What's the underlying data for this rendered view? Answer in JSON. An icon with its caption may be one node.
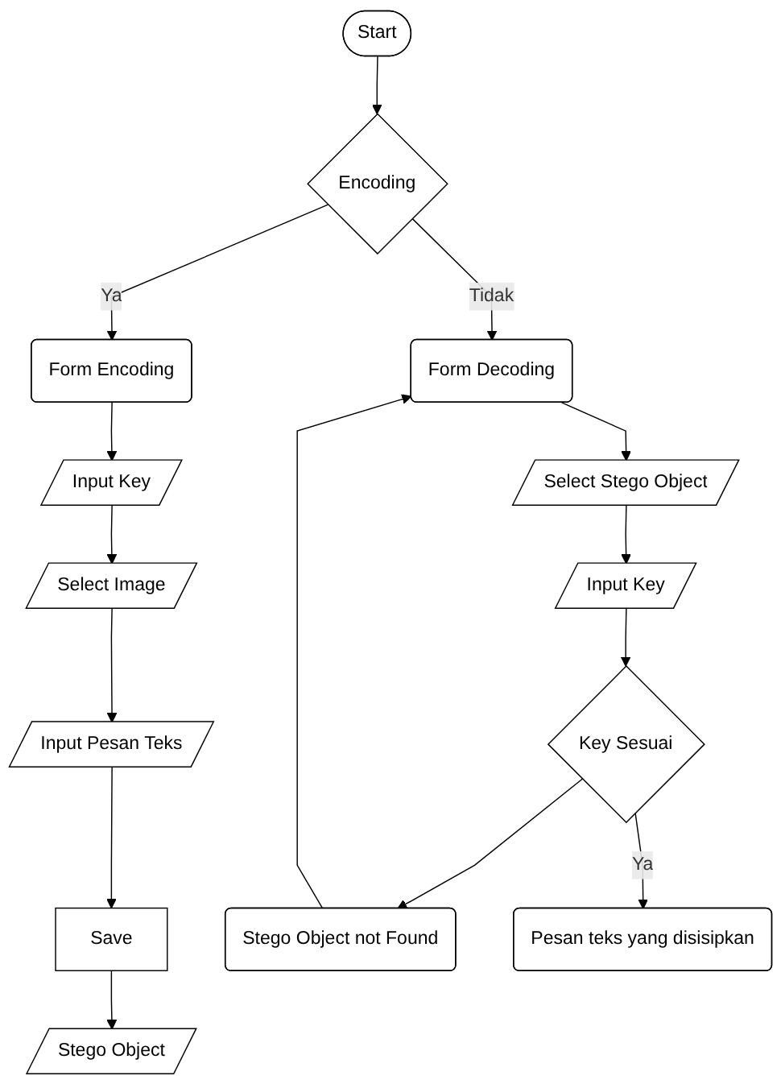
{
  "diagram": {
    "nodes": [
      {
        "text": [
          "Start"
        ]
      },
      {
        "text": [
          "Encoding"
        ]
      },
      {
        "text": [
          "Form Encoding"
        ]
      },
      {
        "text": [
          "Input Key"
        ]
      },
      {
        "text": [
          "Select Image"
        ]
      },
      {
        "text": [
          "Input Pesan Teks"
        ]
      },
      {
        "text": [
          "Save"
        ]
      },
      {
        "text": [
          "Stego Object"
        ]
      },
      {
        "text": [
          "Form Decoding"
        ]
      },
      {
        "text": [
          "Select Stego Object"
        ]
      },
      {
        "text": [
          "Input Key"
        ]
      },
      {
        "text": [
          "Key Sesuai"
        ]
      },
      {
        "text": [
          "Stego Object not Found"
        ]
      },
      {
        "text": [
          "Pesan teks yang disisipkan"
        ]
      }
    ],
    "edges": [
      {
        "from": 0,
        "to": 1,
        "arrow": "to"
      },
      {
        "from": 1,
        "to": 2,
        "arrow": "to",
        "label": "Ya"
      },
      {
        "from": 2,
        "to": 3,
        "arrow": "to"
      },
      {
        "from": 3,
        "to": 4,
        "arrow": "to"
      },
      {
        "from": 4,
        "to": 5,
        "arrow": "to"
      },
      {
        "from": 5,
        "to": 6,
        "arrow": "to"
      },
      {
        "from": 6,
        "to": 7,
        "arrow": "to"
      },
      {
        "from": 1,
        "to": 8,
        "arrow": "to",
        "label": "Tidak"
      },
      {
        "from": 8,
        "to": 9,
        "arrow": "to"
      },
      {
        "from": 9,
        "to": 10,
        "arrow": "to"
      },
      {
        "from": 10,
        "to": 11,
        "arrow": "to"
      },
      {
        "from": 11,
        "to": 12,
        "arrow": "to"
      },
      {
        "from": 12,
        "to": 8,
        "arrow": "to"
      },
      {
        "from": 11,
        "to": 13,
        "arrow": "to",
        "label": "Ya"
      }
    ]
  }
}
